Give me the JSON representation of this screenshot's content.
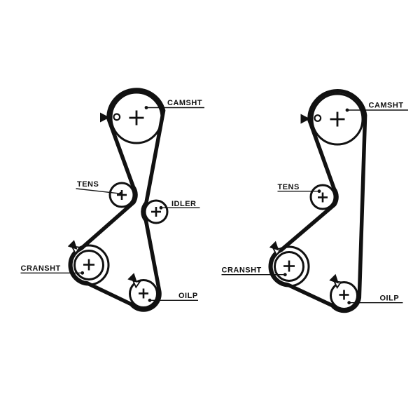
{
  "colors": {
    "background": "#ffffff",
    "ink": "#111111"
  },
  "icons": {
    "rotation_arrow": "filled-triangle",
    "timing_mark": "open-triangle-notch",
    "center_mark": "plus",
    "pin_mark": "small-circle"
  },
  "diagrams": [
    {
      "variant": "with-idler",
      "labels": {
        "camshaft": "CAMSHT",
        "tensioner": "TENS",
        "idler": "IDLER",
        "crankshaft": "CRANSHT",
        "oil_pump": "OILP"
      }
    },
    {
      "variant": "without-idler",
      "labels": {
        "camshaft": "CAMSHT",
        "tensioner": "TENS",
        "crankshaft": "CRANSHT",
        "oil_pump": "OILP"
      }
    }
  ]
}
